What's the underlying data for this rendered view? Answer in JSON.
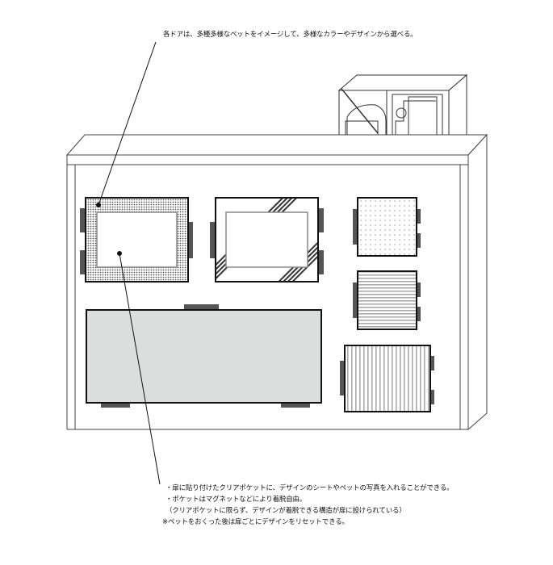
{
  "annotations": {
    "top": "各ドアは、多種多様なペットをイメージして、多様なカラーやデザインから選べる。",
    "bottom": [
      "・扉に貼り付けたクリアポケットに、デザインのシートやペットの写真を入れることができる。",
      "・ポケットはマグネットなどにより着脱自由。",
      "（クリアポケットに限らず、デザインが着脱できる構造が扉に設けられている）",
      "※ペットをおくった後は扉ごとにデザインをリセットできる。"
    ]
  },
  "diagram": {
    "subject": "cabinet-with-refrigeration-unit",
    "colors": {
      "line": "#333333",
      "door_fill_gray": "#dcdddd",
      "hinge": "#555555",
      "pattern": "#888888"
    },
    "doors": [
      {
        "id": "door-1",
        "pattern": "dots-dense",
        "has_clear_pocket": true
      },
      {
        "id": "door-2",
        "pattern": "diagonal-stripes",
        "has_clear_pocket": true
      },
      {
        "id": "door-3",
        "pattern": "sparse-dots"
      },
      {
        "id": "door-4",
        "pattern": "horizontal-lines"
      },
      {
        "id": "door-5",
        "pattern": "vertical-lines"
      },
      {
        "id": "door-6",
        "pattern": "plain-gray"
      }
    ]
  }
}
